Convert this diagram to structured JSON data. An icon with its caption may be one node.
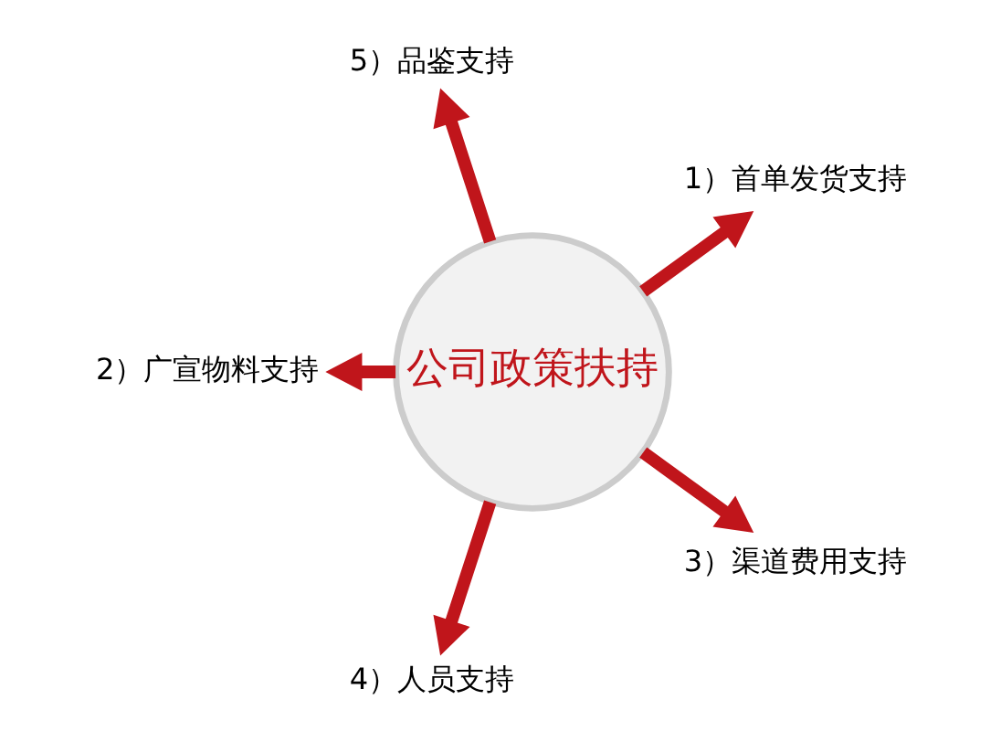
{
  "diagram": {
    "nodes": [
      {
        "text": [
          "公司政策扶持"
        ]
      },
      {
        "text": [
          "1）首单发货支持"
        ]
      },
      {
        "text": [
          "5）品鉴支持"
        ]
      },
      {
        "text": [
          "2）广宣物料支持"
        ]
      },
      {
        "text": [
          "4）人员支持"
        ]
      },
      {
        "text": [
          "3）渠道费用支持"
        ]
      }
    ],
    "edges": [
      {
        "from": 0,
        "to": 2,
        "arrow": "to"
      },
      {
        "from": 0,
        "to": 1,
        "arrow": "to"
      },
      {
        "from": 0,
        "to": 3,
        "arrow": "to"
      },
      {
        "from": 0,
        "to": 5,
        "arrow": "to"
      },
      {
        "from": 0,
        "to": 4,
        "arrow": "to"
      }
    ]
  }
}
